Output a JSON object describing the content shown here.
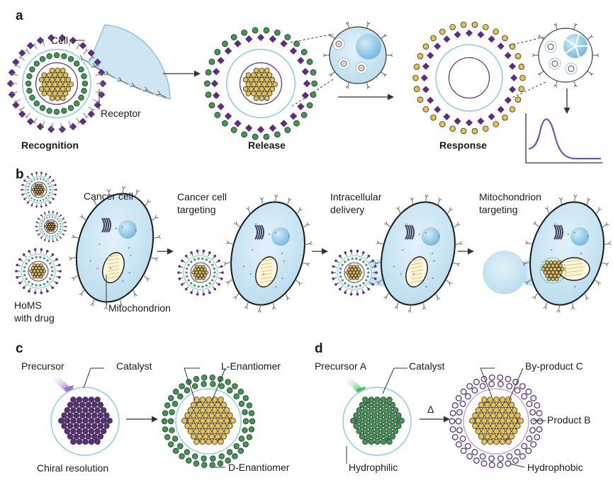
{
  "panels": {
    "a": {
      "letter": "a",
      "cell_label": "Cell",
      "receptor_label": "Receptor",
      "stages": [
        "Recognition",
        "Release",
        "Response"
      ]
    },
    "b": {
      "letter": "b",
      "cancer_cell_label": "Cancer cell",
      "homs_label": [
        "HoMS",
        "with drug"
      ],
      "mitochondrion_label": "Mitochondrion",
      "steps": [
        [
          "Cancer cell",
          "targeting"
        ],
        [
          "Intracellular",
          "delivery"
        ],
        [
          "Mitochondrion",
          "targeting"
        ]
      ]
    },
    "c": {
      "letter": "c",
      "precursor_label": "Precursor",
      "catalyst_label": "Catalyst",
      "l_label": "L-Enantiomer",
      "d_label": "D-Enantiomer",
      "caption": "Chiral resolution"
    },
    "d": {
      "letter": "d",
      "precursor_label": "Precursor A",
      "catalyst_label": "Catalyst",
      "byproduct_label": "By-product C",
      "product_label": "Product B",
      "heat_label": "Δ",
      "hydrophilic_label": "Hydrophilic",
      "hydrophobic_label": "Hydrophobic"
    }
  },
  "colors": {
    "green": "#3d9a54",
    "gold": "#e9c24a",
    "purple": "#5b2d83",
    "shell": "#8fcde0",
    "cell_fill": "#cde6f2",
    "lavender": "#b9a7d6"
  }
}
